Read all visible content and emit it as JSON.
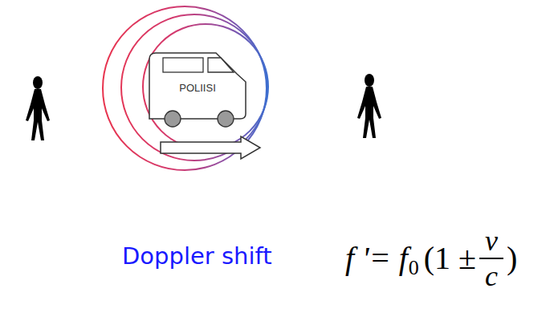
{
  "diagram": {
    "nodes": [
      {
        "text": [
          "POLIISI"
        ]
      }
    ],
    "labels": [
      "Doppler shift",
      "f '= f",
      "0",
      "(1 ±",
      "v",
      "c",
      ")"
    ]
  }
}
